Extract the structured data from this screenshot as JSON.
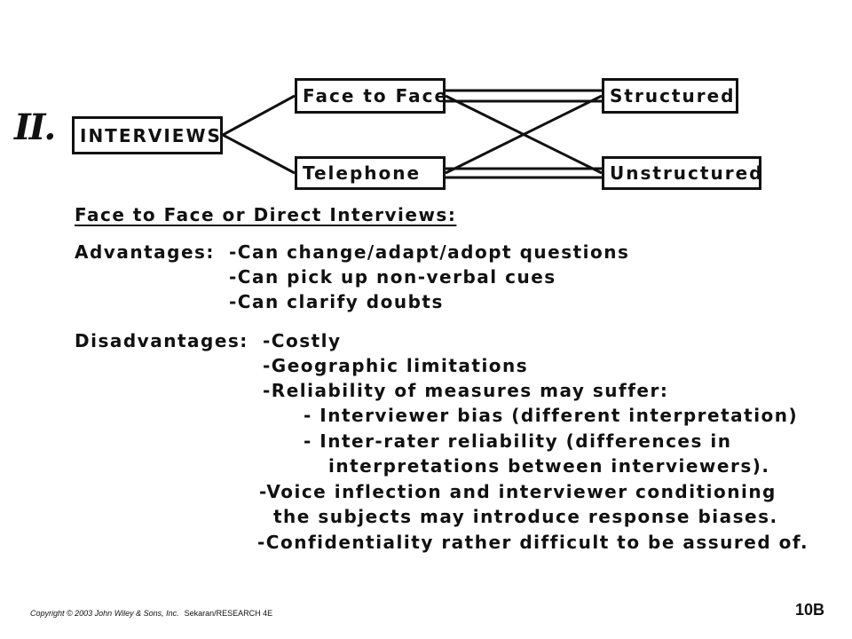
{
  "section_number": "II.",
  "diagram": {
    "root": "INTERVIEWS",
    "modes": [
      "Face to Face",
      "Telephone"
    ],
    "types": [
      "Structured",
      "Unstructured"
    ]
  },
  "heading": "Face to Face or Direct Interviews:",
  "advantages": {
    "label": "Advantages:",
    "items": [
      "-Can change/adapt/adopt questions",
      "-Can pick up non-verbal cues",
      "-Can clarify doubts"
    ]
  },
  "disadvantages": {
    "label": "Disadvantages:",
    "items": [
      "-Costly",
      "-Geographic limitations",
      "-Reliability of measures may suffer:",
      "- Interviewer bias (different interpretation)",
      "- Inter-rater reliability (differences in",
      "interpretations between interviewers).",
      "-Voice inflection and interviewer conditioning",
      "the subjects may introduce response biases.",
      "-Confidentiality rather difficult to be assured of."
    ]
  },
  "footer": {
    "copyright": "Copyright © 2003 John Wiley & Sons, Inc.",
    "author": "Sekaran/RESEARCH 4E",
    "slide_number": "10B"
  }
}
